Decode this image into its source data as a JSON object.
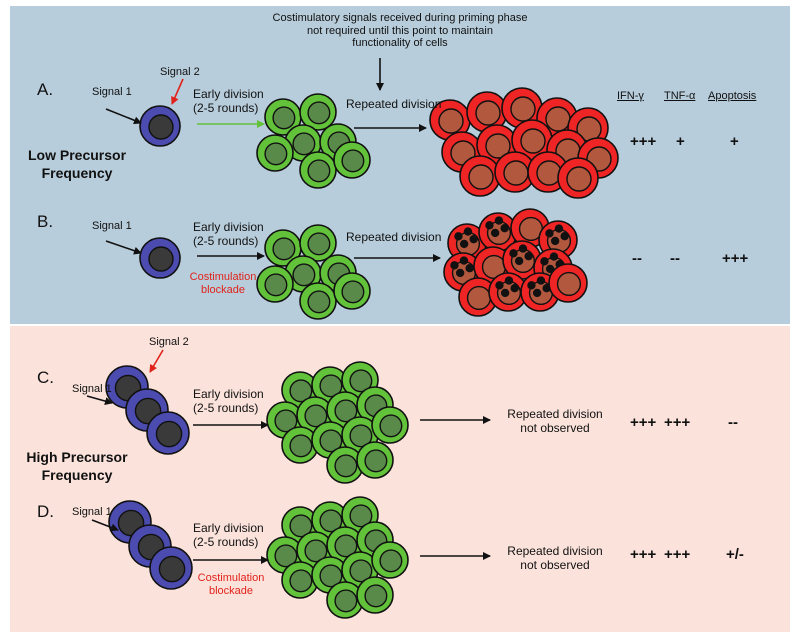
{
  "note": "Costimulatory signals received during priming phase not required until this point to maintain functionality of cells",
  "note_lines": [
    "Costimulatory signals received during priming phase",
    "not required until this point to maintain",
    "functionality of cells"
  ],
  "headers": {
    "ifn": "IFN-γ",
    "tnf": "TNF-α",
    "apoptosis": "Apoptosis"
  },
  "groups": {
    "low": [
      "Low Precursor",
      "Frequency"
    ],
    "high": [
      "High Precursor",
      "Frequency"
    ]
  },
  "labels": {
    "signal1": "Signal 1",
    "signal2": "Signal 2",
    "early_division": [
      "Early division",
      "(2-5 rounds)"
    ],
    "repeated_division": "Repeated division",
    "costim_blockade": [
      "Costimulation",
      "blockade"
    ],
    "not_observed": [
      "Repeated division",
      "not observed"
    ]
  },
  "rows": [
    {
      "letter": "A.",
      "ifn": "+++",
      "tnf": "+",
      "apoptosis": "+"
    },
    {
      "letter": "B.",
      "ifn": "--",
      "tnf": "--",
      "apoptosis": "+++"
    },
    {
      "letter": "C.",
      "ifn": "+++",
      "tnf": "+++",
      "apoptosis": "--"
    },
    {
      "letter": "D.",
      "ifn": "+++",
      "tnf": "+++",
      "apoptosis": "+/-"
    }
  ],
  "colors": {
    "top_bg": "#b8cddb",
    "bottom_bg": "#fbe3dc",
    "precursor": "#4b4bb0",
    "dividing": "#62c23a",
    "expanded": "#ef2424",
    "signal2_arrow": "#e0231a",
    "green_arrow": "#62c23a"
  }
}
